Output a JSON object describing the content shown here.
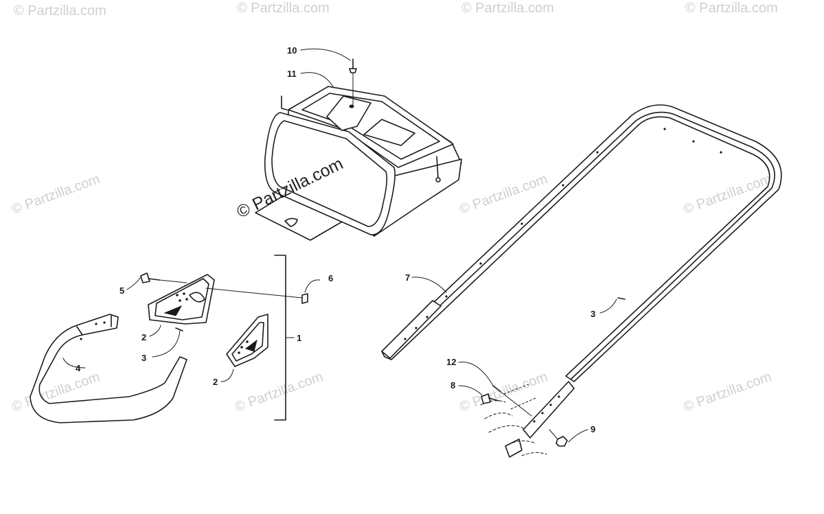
{
  "watermark": {
    "text": "© Partzilla.com",
    "main_text": "© Partzilla.com"
  },
  "callouts": [
    {
      "id": "callout-10",
      "label": "10"
    },
    {
      "id": "callout-11",
      "label": "11"
    },
    {
      "id": "callout-5",
      "label": "5"
    },
    {
      "id": "callout-6",
      "label": "6"
    },
    {
      "id": "callout-1",
      "label": "1"
    },
    {
      "id": "callout-2a",
      "label": "2"
    },
    {
      "id": "callout-3a",
      "label": "3"
    },
    {
      "id": "callout-4",
      "label": "4"
    },
    {
      "id": "callout-2b",
      "label": "2"
    },
    {
      "id": "callout-7",
      "label": "7"
    },
    {
      "id": "callout-3b",
      "label": "3"
    },
    {
      "id": "callout-12",
      "label": "12"
    },
    {
      "id": "callout-8",
      "label": "8"
    },
    {
      "id": "callout-9",
      "label": "9"
    }
  ]
}
